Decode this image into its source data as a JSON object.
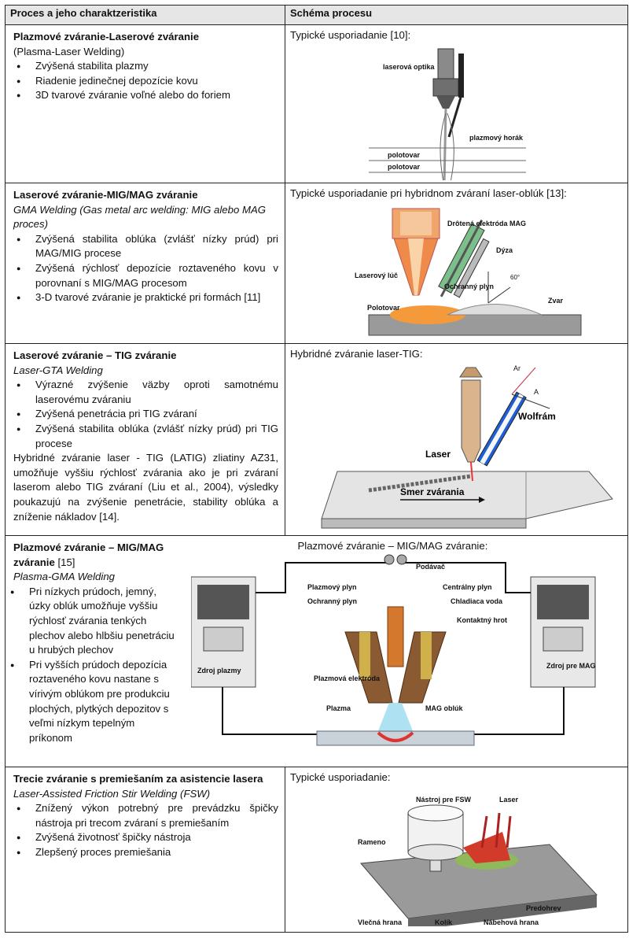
{
  "header": {
    "col1": "Proces a jeho charaktzeristika",
    "col2": "Schéma procesu"
  },
  "rows": [
    {
      "title": "Plazmové zváranie-Laserové zváranie",
      "subtitle": "(Plasma-Laser Welding)",
      "bullets": [
        "Zvýšená stabilita plazmy",
        "Riadenie jedinečnej depozície kovu",
        "3D tvarové zváranie voľné alebo do foriem"
      ],
      "schema_caption": "Typické usporiadanie [10]:",
      "labels": {
        "optics": "laserová optika",
        "torch": "plazmový horák",
        "blank1": "polotovar",
        "blank2": "polotovar"
      }
    },
    {
      "title": "Laserové zváranie-MIG/MAG zváranie",
      "subtitle": "GMA Welding (Gas metal arc welding: MIG alebo MAG proces)",
      "bullets": [
        "Zvýšená stabilita oblúka (zvlášť nízky prúd) pri MAG/MIG procese",
        "Zvýšená rýchlosť depozície roztaveného kovu v porovnaní s MIG/MAG procesom",
        "3-D tvarové zváranie je praktické pri formách [11]"
      ],
      "schema_caption": "Typické usporiadanie pri hybridnom zváraní laser-oblúk [13]:",
      "labels": {
        "wire": "Drôtená elektróda MAG",
        "nozzle": "Dýza",
        "beam": "Laserový lúč",
        "gas": "Ochranný plyn",
        "angle": "60°",
        "blank": "Polotovar",
        "weld": "Zvar"
      }
    },
    {
      "title": "Laserové zváranie – TIG zváranie",
      "subtitle": "Laser-GTA Welding",
      "bullets": [
        "Výrazné zvýšenie väzby oproti samotnému laserovému zváraniu",
        "Zvýšená penetrácia pri TIG zváraní",
        "Zvýšená stabilita oblúka (zvlášť nízky prúd) pri TIG procese"
      ],
      "paragraph": "Hybridné zváranie laser - TIG (LATIG) zliatiny AZ31, umožňuje vyššiu rýchlosť zvárania ako je pri zváraní laserom alebo TIG zváraní (Liu et al., 2004), výsledky poukazujú na zvýšenie penetrácie, stability oblúka a zníženie nákladov [14].",
      "schema_caption": "Hybridné zváranie laser-TIG:",
      "labels": {
        "ar": "Ar",
        "a": "A",
        "wolfram": "Wolfrám",
        "laser": "Laser",
        "direction": "Smer zvárania"
      }
    },
    {
      "title": "Plazmové zváranie – MIG/MAG zváranie",
      "ref": "[15]",
      "subtitle": "Plasma-GMA Welding",
      "bullets": [
        "Pri nízkych prúdoch, jemný, úzky oblúk umožňuje vyššiu rýchlosť zvárania tenkých plechov alebo hlbšiu penetráciu u hrubých plechov",
        "Pri vyšších prúdoch depozícia roztaveného kovu nastane s vírivým oblúkom pre produkciu plochých, plytkých depozitov s veľmi nízkym tepelným príkonom"
      ],
      "schema_caption": "Plazmové zváranie – MIG/MAG zváranie:",
      "labels": {
        "feeder": "Podávač",
        "plasma_gas": "Plazmový plyn",
        "shield_gas": "Ochranný plyn",
        "central_gas": "Centrálny plyn",
        "cooling": "Chladiaca voda",
        "contact_tip": "Kontaktný hrot",
        "plasma_electrode": "Plazmová elektróda",
        "plasma": "Plazma",
        "mag_arc": "MAG oblúk",
        "source_plasma": "Zdroj plazmy",
        "source_mag": "Zdroj pre MAG"
      }
    },
    {
      "title": "Trecie zváranie s premiešaním za asistencie lasera",
      "subtitle": "Laser-Assisted Friction Stir Welding (FSW)",
      "bullets": [
        "Znížený výkon potrebný pre prevádzku špičky nástroja pri trecom zváraní s premiešaním",
        "Zvýšená životnosť špičky nástroja",
        "Zlepšený proces premiešania"
      ],
      "schema_caption": "Typické usporiadanie:",
      "labels": {
        "tool": "Nástroj pre FSW",
        "laser": "Laser",
        "shoulder": "Rameno",
        "preheat": "Predohrev",
        "trailing": "Vlečná hrana",
        "pin": "Kolík",
        "leading": "Nábehová hrana"
      }
    }
  ]
}
